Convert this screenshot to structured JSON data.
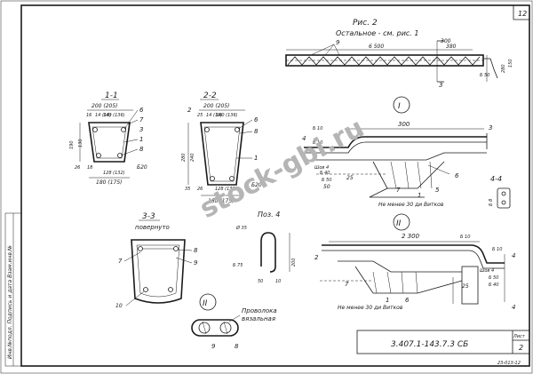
{
  "sheet": {
    "number": "12",
    "designation": "3.407.1-143.7.3 СБ",
    "sheet_label": "Лист",
    "sheet_no": "2",
    "archive_no": "23-013-12",
    "side_stamp": "Инв.№подл. Подпись и дата Взам.инв.№"
  },
  "watermark": {
    "text": "stock-gbi.ru"
  },
  "fig2": {
    "title": "Рис. 2",
    "subtitle": "Остальное - см. рис. 1",
    "callout_9": "9",
    "dim_6500": "6 500",
    "dim_300": "300",
    "dim_380": "380",
    "dim_280": "280",
    "dim_150": "150",
    "dim_50": "Б 50",
    "cut3": "3"
  },
  "s11": {
    "title": "1-1",
    "dims": [
      "200 (205)",
      "16",
      "14 (18)",
      "140 (136)",
      "190",
      "130",
      "26",
      "18",
      "128 (132)",
      "180 (175)"
    ],
    "callouts": [
      "6",
      "7",
      "3",
      "1",
      "8",
      "Б20"
    ]
  },
  "s22": {
    "title": "2-2",
    "dims": [
      "200 (205)",
      "25",
      "14 (18)",
      "140 (136)",
      "280",
      "240",
      "35",
      "26",
      "128 (132)",
      "180 (175)"
    ],
    "callouts": [
      "2",
      "6",
      "8",
      "1",
      "Б20"
    ]
  },
  "s33": {
    "title": "3-3",
    "subtitle": "повернуто",
    "callouts": [
      "7",
      "8",
      "9",
      "10"
    ]
  },
  "pos4": {
    "title": "Поз. 4",
    "dims": [
      "Ø 35",
      "Б 75",
      "50",
      "10",
      "200"
    ]
  },
  "detail1": {
    "marker": "I",
    "dims": [
      "300",
      "Б 10",
      "Б 10",
      "50",
      "25",
      "Б 40",
      "Б 50"
    ],
    "callouts": [
      "3",
      "4",
      "6",
      "5",
      "1",
      "7"
    ],
    "note": "Не менее 30 ди Витков",
    "label_wire": "Шов 4"
  },
  "detail2": {
    "marker": "II",
    "dims": [
      "2 300",
      "Б 10",
      "Б 10",
      "25",
      "Б 50",
      "Б 40"
    ],
    "callouts": [
      "2",
      "4",
      "7",
      "1",
      "6"
    ],
    "note": "Не менее 30 ди Витков",
    "label_wire": "Шов 4"
  },
  "section44": {
    "title": "4-4",
    "dims": [
      "Б 8",
      "Б 8"
    ]
  },
  "detailIII": {
    "marker": "II",
    "note_line1": "Проволока",
    "note_line2": "вязальная",
    "callouts": [
      "9",
      "8"
    ]
  }
}
